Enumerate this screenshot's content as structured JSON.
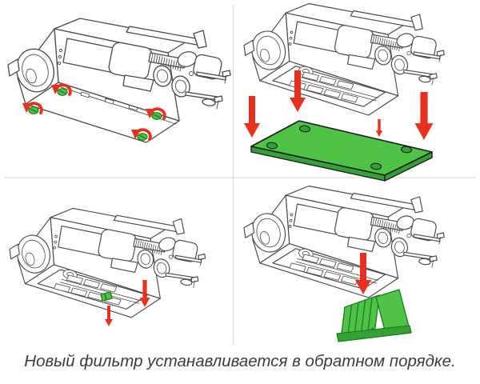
{
  "figure": {
    "type": "instruction-diagram",
    "caption": "Новый фильтр устанавливается в обратном порядке.",
    "grid": "2x2 step panels",
    "steps": [
      {
        "id": 1,
        "position": "top-left",
        "depicts": "unscrew-4-bottom-screws",
        "screw_count": 4,
        "rotation_arrows": 4
      },
      {
        "id": 2,
        "position": "top-right",
        "depicts": "remove-bottom-cover-plate-downward",
        "down_arrows": 4,
        "plate_holes": 4
      },
      {
        "id": 3,
        "position": "bottom-left",
        "depicts": "pull-filter-tab-down",
        "down_arrows": 2,
        "tabs": 1
      },
      {
        "id": 4,
        "position": "bottom-right",
        "depicts": "extract-pleated-filter-downward",
        "down_arrows": 1,
        "filter_pleats": 6
      }
    ]
  },
  "colors": {
    "highlight_green": "#4fc348",
    "green_outline": "#1b7e1b",
    "green_side": "#35a035",
    "arrow_red": "#e8301f",
    "line_art": "#4a4a4a",
    "plate_outline": "#1d1d1d",
    "divider": "#d9d9d9",
    "caption_text": "#3c3c3c"
  }
}
